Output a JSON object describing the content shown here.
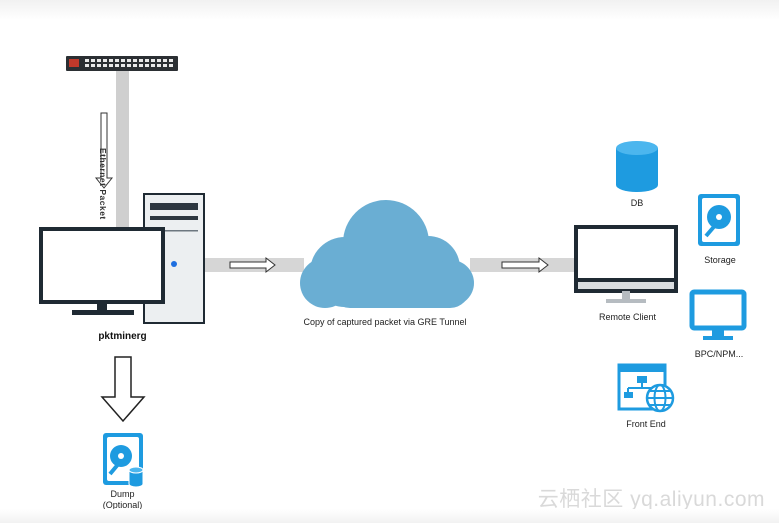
{
  "labels": {
    "ethernet_packet": "Ethernet Packet",
    "source_host": "pktminerg",
    "tunnel": "Copy of captured packet via GRE Tunnel",
    "remote_client": "Remote Client",
    "db": "DB",
    "storage": "Storage",
    "bpc_npm": "BPC/NPM...",
    "front_end": "Front End",
    "dump_line1": "Dump",
    "dump_line2": "(Optional)"
  },
  "watermark": "云栖社区 yq.aliyun.com",
  "colors": {
    "cloud": "#6aaed3",
    "accent_blue": "#1e9be0",
    "dark": "#1f2a33",
    "link_gray": "#cfcfcf"
  },
  "icons": [
    "switch-icon",
    "computer-monitor-icon",
    "server-tower-icon",
    "cloud-icon",
    "database-icon",
    "hard-drive-icon",
    "monitor-icon",
    "sitemap-globe-icon"
  ]
}
